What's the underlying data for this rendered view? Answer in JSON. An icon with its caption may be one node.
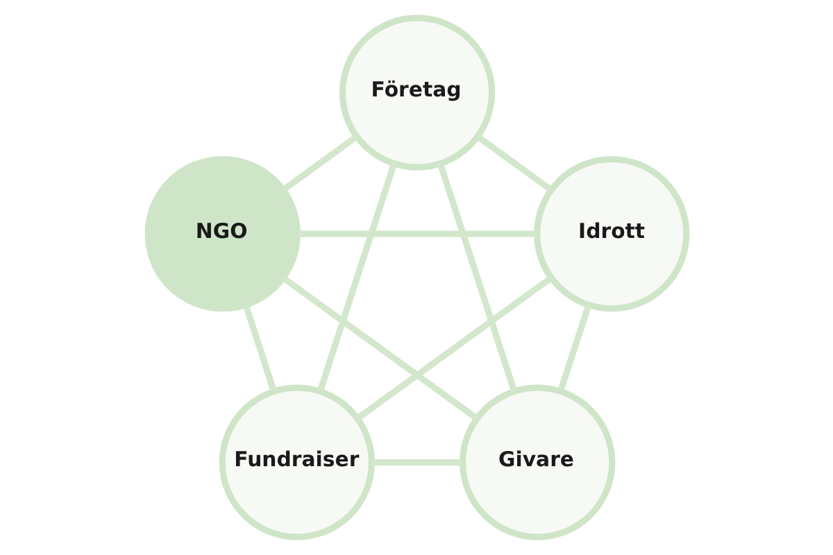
{
  "diagram": {
    "nodes": [
      {
        "text": [
          "Företag"
        ]
      },
      {
        "text": [
          "NGO"
        ]
      },
      {
        "text": [
          "Idrott"
        ]
      },
      {
        "text": [
          "Fundraiser"
        ]
      },
      {
        "text": [
          "Givare"
        ]
      }
    ],
    "edges": [
      {
        "from": 0,
        "to": 1,
        "arrow": "none"
      },
      {
        "from": 0,
        "to": 2,
        "arrow": "none"
      },
      {
        "from": 0,
        "to": 3,
        "arrow": "none"
      },
      {
        "from": 0,
        "to": 4,
        "arrow": "none"
      },
      {
        "from": 1,
        "to": 2,
        "arrow": "none"
      },
      {
        "from": 1,
        "to": 3,
        "arrow": "none"
      },
      {
        "from": 1,
        "to": 4,
        "arrow": "none"
      },
      {
        "from": 2,
        "to": 3,
        "arrow": "none"
      },
      {
        "from": 2,
        "to": 4,
        "arrow": "none"
      },
      {
        "from": 3,
        "to": 4,
        "arrow": "none"
      }
    ]
  }
}
